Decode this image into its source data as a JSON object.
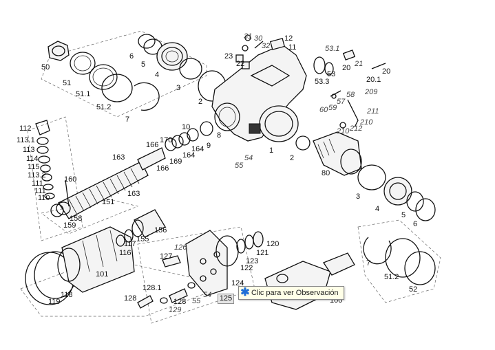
{
  "callout": {
    "tag": "125",
    "tooltip_text": "Clic para ver Observación",
    "tooltip_icon": "asterisk-icon",
    "icon_color": "#1f6fd6"
  },
  "labels": {
    "l_50": "50",
    "l_51": "51",
    "l_51_1": "51.1",
    "l_51_2a": "51.2",
    "l_6a": "6",
    "l_5a": "5",
    "l_4a": "4",
    "l_3a": "3",
    "l_7a": "7",
    "l_2a": "2",
    "l_31": "31",
    "l_30": "30",
    "l_12": "12",
    "l_32": "32",
    "l_11": "11",
    "l_23": "23",
    "l_22": "22",
    "l_53_1": "53.1",
    "l_53": "53",
    "l_53_3": "53.3",
    "l_21": "21",
    "l_20a": "20",
    "l_20b": "20",
    "l_20_1": "20.1",
    "l_57": "57",
    "l_58": "58",
    "l_209": "209",
    "l_60": "60",
    "l_59": "59",
    "l_211": "211",
    "l_210a": "210",
    "l_210b": "210",
    "l_212": "212",
    "l_10": "10",
    "l_8": "8",
    "l_9": "9",
    "l_170": "170",
    "l_166a": "166",
    "l_166b": "166",
    "l_164a": "164",
    "l_164b": "164",
    "l_169": "169",
    "l_163a": "163",
    "l_163b": "163",
    "l_1": "1",
    "l_2b": "2",
    "l_54a": "54",
    "l_55a": "55",
    "l_80": "80",
    "l_112": "112",
    "l_113_1": "113.1",
    "l_113": "113",
    "l_114": "114",
    "l_115": "115",
    "l_113_2": "113.2",
    "l_111a": "111",
    "l_111b": "111",
    "l_110": "110",
    "l_160": "160",
    "l_151": "151",
    "l_158": "158",
    "l_159": "159",
    "l_3b": "3",
    "l_4b": "4",
    "l_5b": "5",
    "l_6b": "6",
    "l_156": "156",
    "l_155": "155",
    "l_117": "117",
    "l_116": "116",
    "l_101": "101",
    "l_118": "118",
    "l_119": "119",
    "l_126": "126",
    "l_127": "127",
    "l_128_1": "128.1",
    "l_128a": "128",
    "l_128b": "128",
    "l_129": "129",
    "l_55b": "55",
    "l_54b": "54",
    "l_124": "124",
    "l_123": "123",
    "l_122": "122",
    "l_121": "121",
    "l_120": "120",
    "l_100": "100",
    "l_7b": "7",
    "l_51_2b": "51.2",
    "l_52": "52"
  }
}
